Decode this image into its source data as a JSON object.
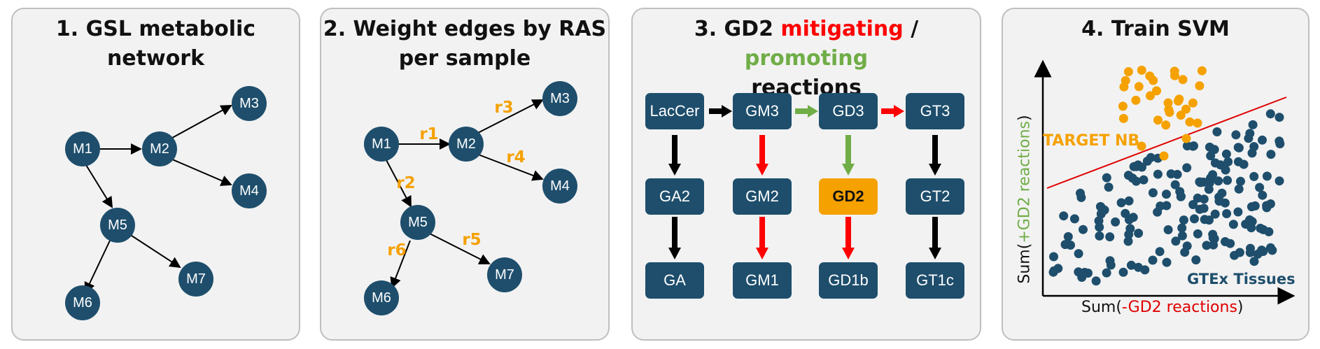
{
  "panel1": {
    "title": "1. GSL metabolic network",
    "nodes": [
      "M1",
      "M2",
      "M3",
      "M4",
      "M5",
      "M6",
      "M7"
    ]
  },
  "panel2": {
    "title_line1": "2. Weight edges by RAS",
    "title_line2": "per sample",
    "nodes": [
      "M1",
      "M2",
      "M3",
      "M4",
      "M5",
      "M6",
      "M7"
    ],
    "edge_labels": [
      "r1",
      "r2",
      "r3",
      "r4",
      "r5",
      "r6"
    ]
  },
  "panel3": {
    "title_prefix": "3. GD2 ",
    "title_mitigating": "mitigating",
    "title_sep": " / ",
    "title_promoting": "promoting",
    "title_line2": "reactions",
    "boxes": {
      "lac": "LacCer",
      "gm3": "GM3",
      "gd3": "GD3",
      "gt3": "GT3",
      "ga2": "GA2",
      "gm2": "GM2",
      "gd2": "GD2",
      "gt2": "GT2",
      "ga": "GA",
      "gm1": "GM1",
      "gd1b": "GD1b",
      "gt1c": "GT1c"
    }
  },
  "panel4": {
    "title": "4. Train SVM",
    "target_label": "TARGET NB",
    "gtex_label": "GTEx Tissues",
    "xlabel_prefix": "Sum(",
    "xlabel_colored": "-GD2 reactions",
    "xlabel_suffix": ")",
    "ylabel_prefix": "Sum(",
    "ylabel_colored": "+GD2 reactions",
    "ylabel_suffix": ")"
  },
  "colors": {
    "node": "#1e4e6c",
    "accent_orange": "#f5a100",
    "red": "#ff0000",
    "green": "#70ad47",
    "panel_bg": "#f2f2f2"
  }
}
